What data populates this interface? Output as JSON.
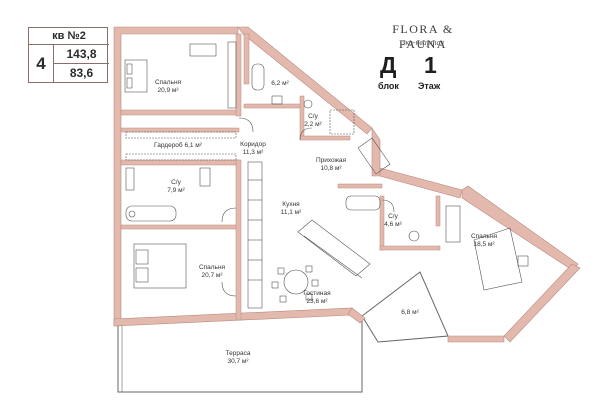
{
  "apartment": {
    "title": "кв №2",
    "rooms": "4",
    "area_total": "143,8",
    "area_living": "83,6"
  },
  "brand": {
    "name": "FLORA & FAUNA",
    "subtitle": "эко-квартал"
  },
  "block": {
    "letter": "Д",
    "number": "1",
    "block_label": "блок",
    "floor_label": "Этаж"
  },
  "rooms": [
    {
      "name": "Спальня",
      "area": "20,9 м²"
    },
    {
      "name": "",
      "area": "6,2 м²"
    },
    {
      "name": "С/у",
      "area": "2,2 м²"
    },
    {
      "name": "Гардероб",
      "area": "6,1 м²"
    },
    {
      "name": "Коридор",
      "area": "11,3 м²"
    },
    {
      "name": "Прихожая",
      "area": "10,8 м²"
    },
    {
      "name": "С/у",
      "area": "7,9 м²"
    },
    {
      "name": "Кухня",
      "area": "11,1 м²"
    },
    {
      "name": "С/у",
      "area": "4,6 м²"
    },
    {
      "name": "Спальня",
      "area": "18,5 м²"
    },
    {
      "name": "Спальня",
      "area": "20,7 м²"
    },
    {
      "name": "Гостиная",
      "area": "23,6 м²"
    },
    {
      "name": "",
      "area": "6,8 м²"
    },
    {
      "name": "Терраса",
      "area": "30,7 м²"
    }
  ],
  "colors": {
    "wall": "#e4b9ad",
    "wall_outline": "#b98a80",
    "line": "#555555"
  }
}
